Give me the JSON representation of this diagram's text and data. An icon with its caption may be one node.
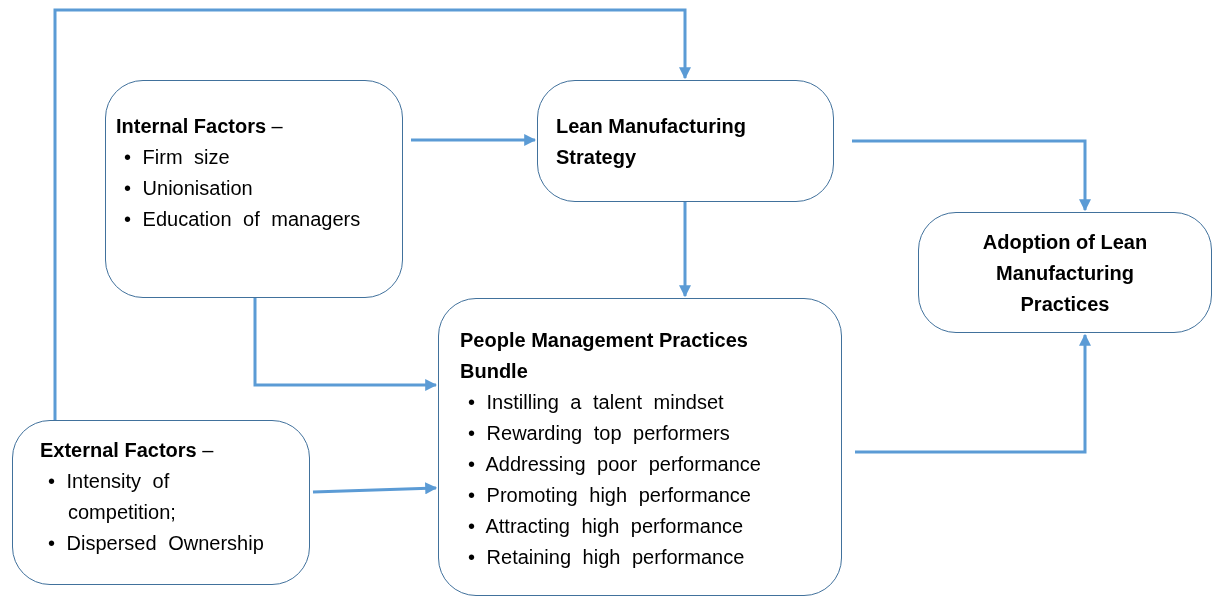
{
  "diagram": {
    "nodes": [
      {
        "text": [
          "**Internal Factors** –",
          "• Firm size",
          "• Unionisation",
          "• Education of managers"
        ]
      },
      {
        "text": [
          "Lean Manufacturing Strategy"
        ]
      },
      {
        "text": [
          "Adoption of Lean Manufacturing Practices"
        ]
      },
      {
        "text": [
          "People Management Practices Bundle",
          "• Instilling a talent mindset",
          "• Rewarding top performers",
          "• Addressing poor performance",
          "• Promoting high performance",
          "• Attracting high performance",
          "• Retaining high performance"
        ]
      },
      {
        "text": [
          "**External Factors** –",
          "• Intensity of competition;",
          "• Dispersed Ownership"
        ]
      }
    ],
    "edges": [
      {
        "from": 0,
        "to": 1,
        "arrow": "to"
      },
      {
        "from": 0,
        "to": 3,
        "arrow": "to"
      },
      {
        "from": 4,
        "to": 3,
        "arrow": "to"
      },
      {
        "from": 4,
        "to": 1,
        "arrow": "to"
      },
      {
        "from": 1,
        "to": 3,
        "arrow": "to"
      },
      {
        "from": 1,
        "to": 2,
        "arrow": "to"
      },
      {
        "from": 3,
        "to": 2,
        "arrow": "to"
      }
    ]
  }
}
